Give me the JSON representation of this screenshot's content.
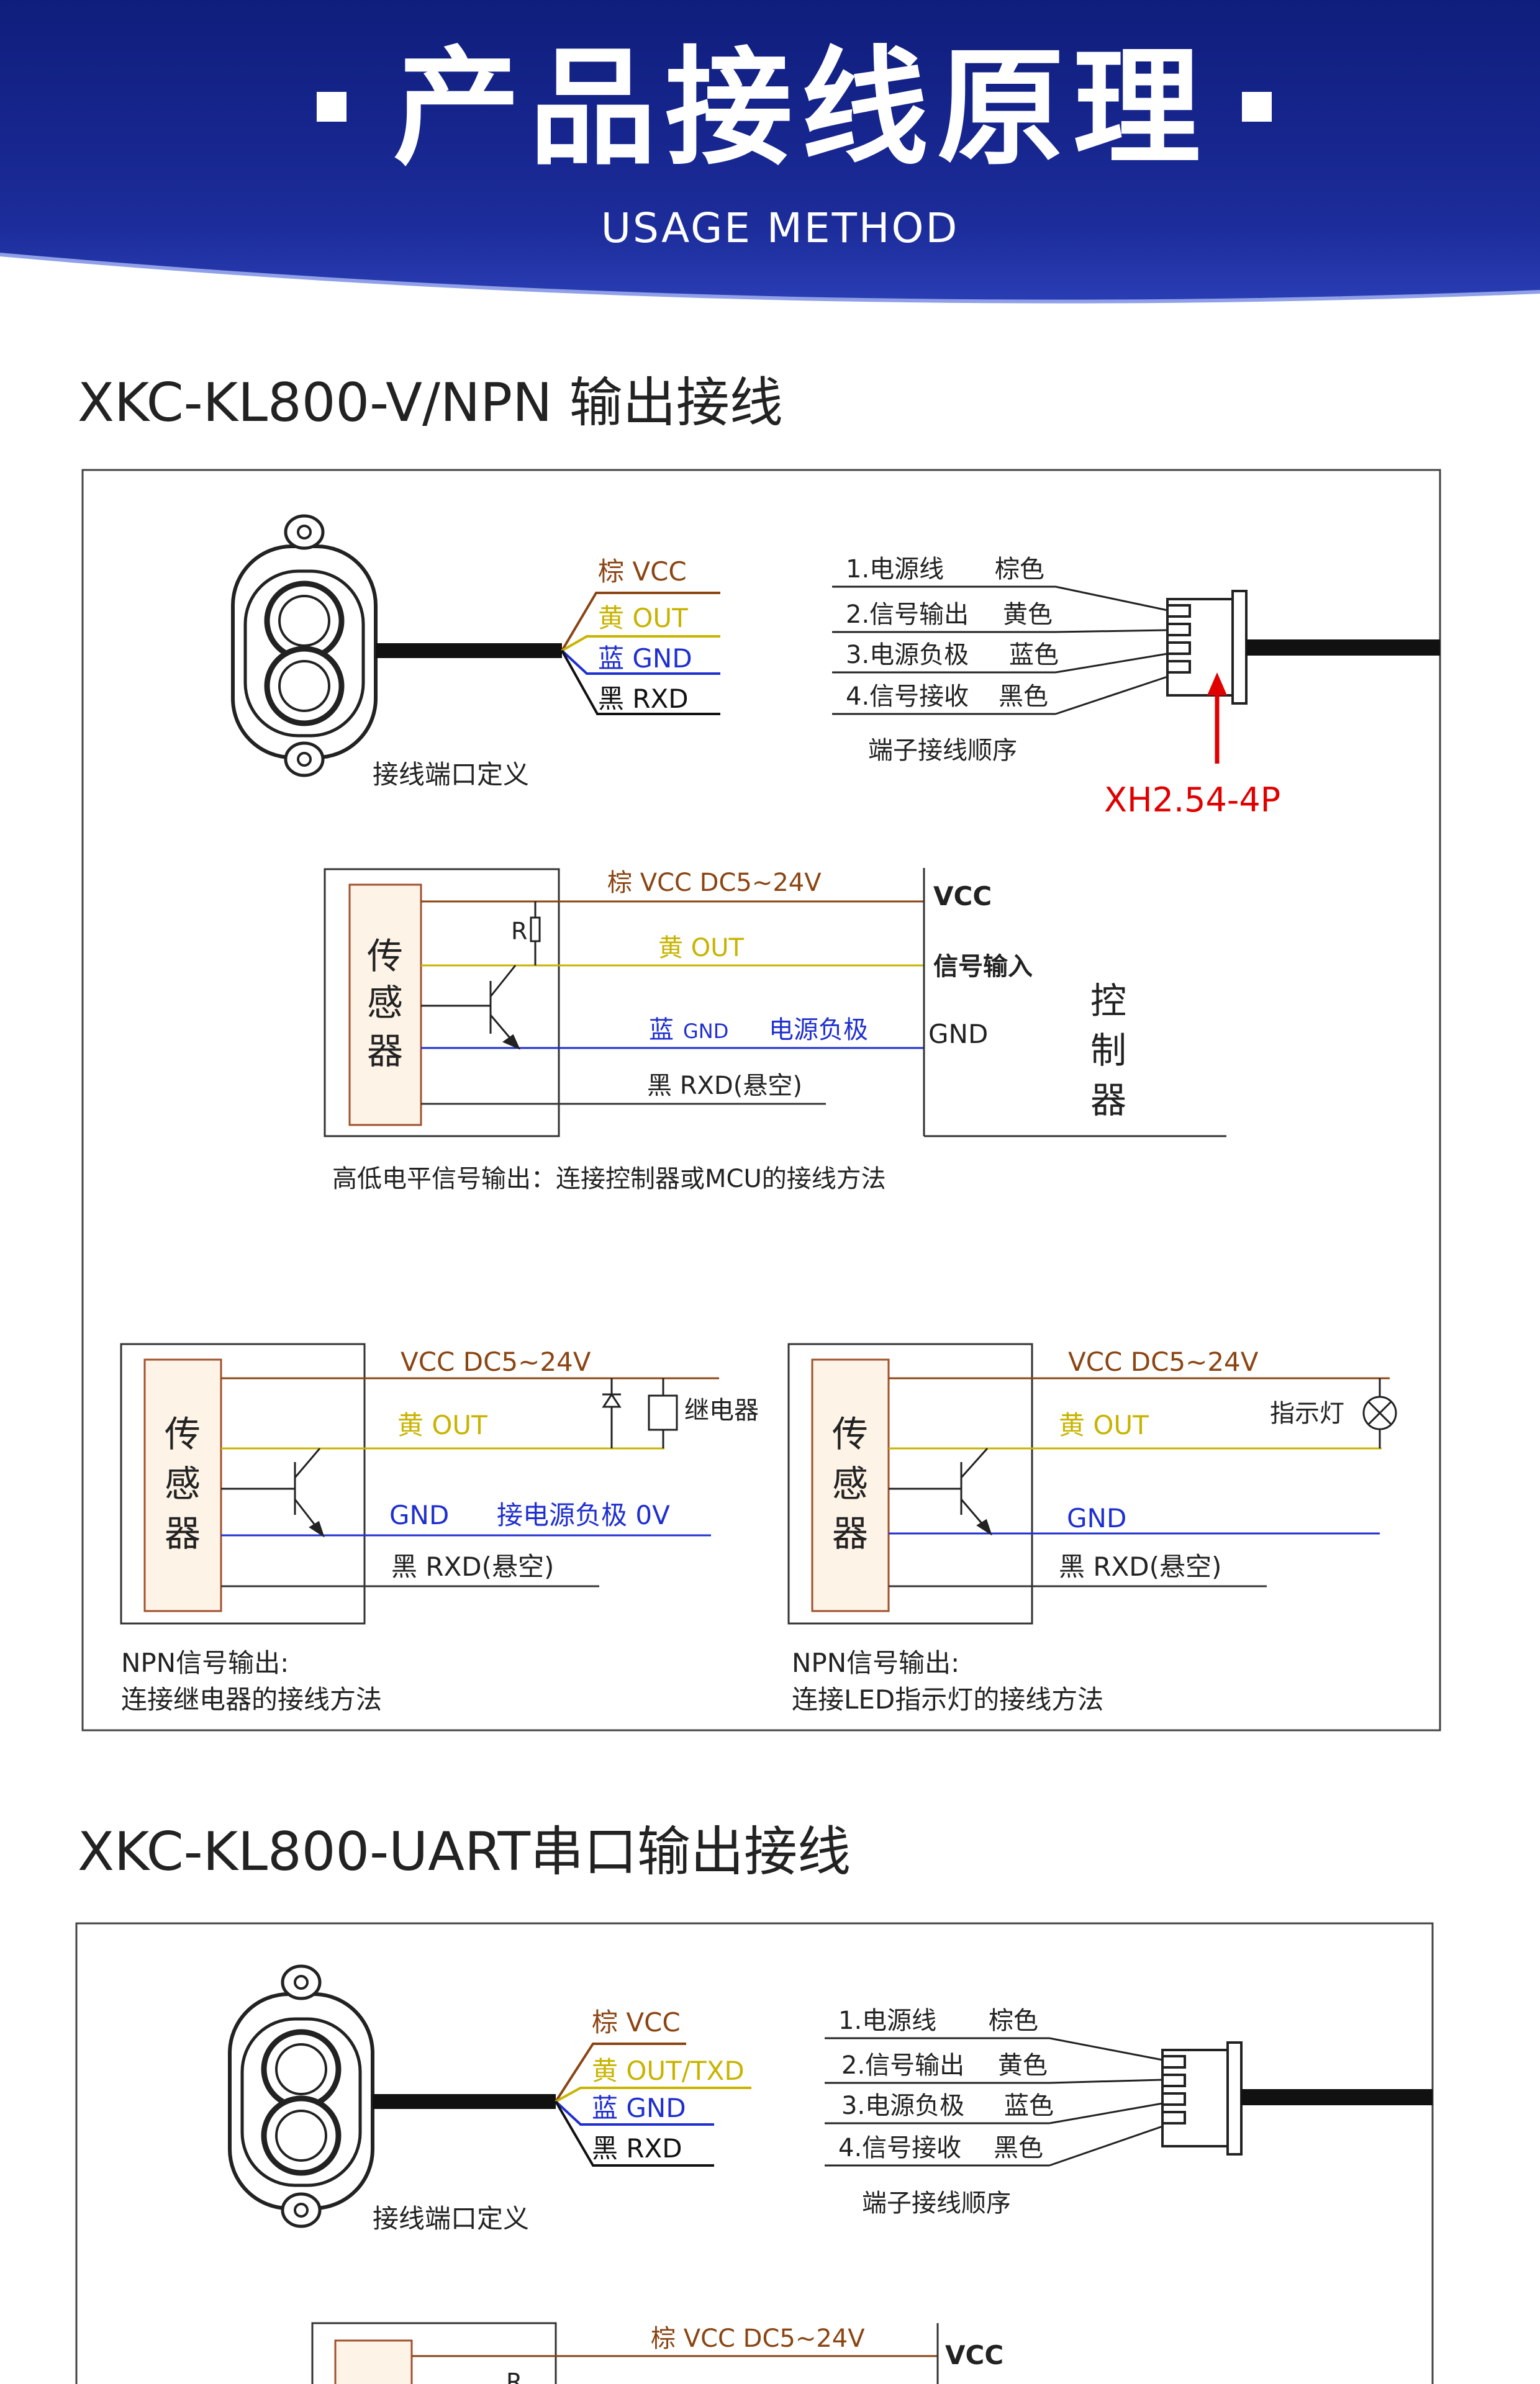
{
  "header": {
    "title": "产品接线原理",
    "subtitle": "USAGE METHOD"
  },
  "sections": [
    {
      "title": "XKC-KL800-V/NPN 输出接线",
      "wires": [
        "棕 VCC",
        "黄 OUT",
        "蓝 GND",
        "黑 RXD"
      ],
      "port_caption": "接线端口定义",
      "pins": [
        "1.电源线",
        "棕色",
        "2.信号输出",
        "黄色",
        "3.电源负极",
        "蓝色",
        "4.信号接收",
        "黑色"
      ],
      "terminal_caption": "端子接线顺序",
      "connector_label": "XH2.54-4P",
      "controller": {
        "sensor_chars": [
          "传",
          "感",
          "器"
        ],
        "resistor": "R",
        "vcc_line": "棕 VCC DC5~24V",
        "out_line": "黄 OUT",
        "gnd_prefix": "蓝",
        "gnd_word": "GND",
        "gnd_desc": "电源负极",
        "rxd_line": "黑 RXD(悬空)",
        "vcc_pin": "VCC",
        "signal_pin": "信号输入",
        "gnd_pin": "GND",
        "controller_chars": [
          "控",
          "制",
          "器"
        ],
        "caption": "高低电平信号输出：连接控制器或MCU的接线方法"
      },
      "relay": {
        "sensor_chars": [
          "传",
          "感",
          "器"
        ],
        "vcc_line": "VCC DC5~24V",
        "out_line": "黄 OUT",
        "gnd_word": "GND",
        "gnd_desc": "接电源负极 0V",
        "rxd_line": "黑 RXD(悬空)",
        "relay_label": "继电器",
        "caption_1": "NPN信号输出:",
        "caption_2": "连接继电器的接线方法"
      },
      "led": {
        "sensor_chars": [
          "传",
          "感",
          "器"
        ],
        "vcc_line": "VCC DC5~24V",
        "out_line": "黄 OUT",
        "gnd_word": "GND",
        "rxd_line": "黑 RXD(悬空)",
        "lamp_label": "指示灯",
        "caption_1": "NPN信号输出:",
        "caption_2": "连接LED指示灯的接线方法"
      }
    },
    {
      "title": "XKC-KL800-UART串口输出接线",
      "wires": [
        "棕 VCC",
        "黄 OUT/TXD",
        "蓝 GND",
        "黑 RXD"
      ],
      "port_caption": "接线端口定义",
      "pins": [
        "1.电源线",
        "棕色",
        "2.信号输出",
        "黄色",
        "3.电源负极",
        "蓝色",
        "4.信号接收",
        "黑色"
      ],
      "terminal_caption": "端子接线顺序",
      "controller": {
        "vcc_line": "棕 VCC DC5~24V",
        "resistor": "R",
        "vcc_pin": "VCC"
      }
    }
  ],
  "colors": {
    "header_blue": "#16258a",
    "brown": "#8b4513",
    "yellow": "#c8b400",
    "blue": "#1f2fd0",
    "black": "#111111",
    "red": "#e00000",
    "sensor_fill": "#fdf3e6",
    "sensor_border": "#a0522d"
  }
}
